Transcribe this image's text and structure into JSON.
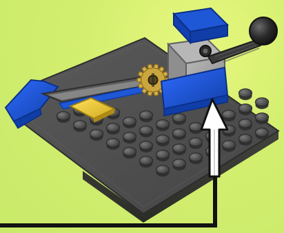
{
  "image": {
    "subject": "lego-build-illustration",
    "background_color": "#cfe87a",
    "colors": {
      "baseplate_dark": "#4f4f4f",
      "baseplate_mid": "#5c5c5c",
      "baseplate_shadow": "#2f2f2f",
      "stud_top": "#6a6a6a",
      "stud_side": "#3f3f3f",
      "blue_main": "#1d5ce6",
      "blue_dark": "#0f3ea8",
      "gray_light": "#a6a6a6",
      "gray_mid": "#8c8c8c",
      "yellow": "#f2d23a",
      "yellow_dark": "#caa51e",
      "gear_gold": "#caa63f",
      "gear_gold_dark": "#8f6e1c",
      "arrow_white": "#ffffff",
      "arrow_black": "#111111"
    },
    "elements": {
      "baseplate": "gray-baseplate",
      "blue_fin": "blue-tapered-slope",
      "gear": "gold-gear",
      "yellow_tile": "yellow-tile",
      "control_block": "gray-technic-block",
      "lever": "black-ball-lever",
      "pointer": "white-pointer-arrow"
    }
  }
}
